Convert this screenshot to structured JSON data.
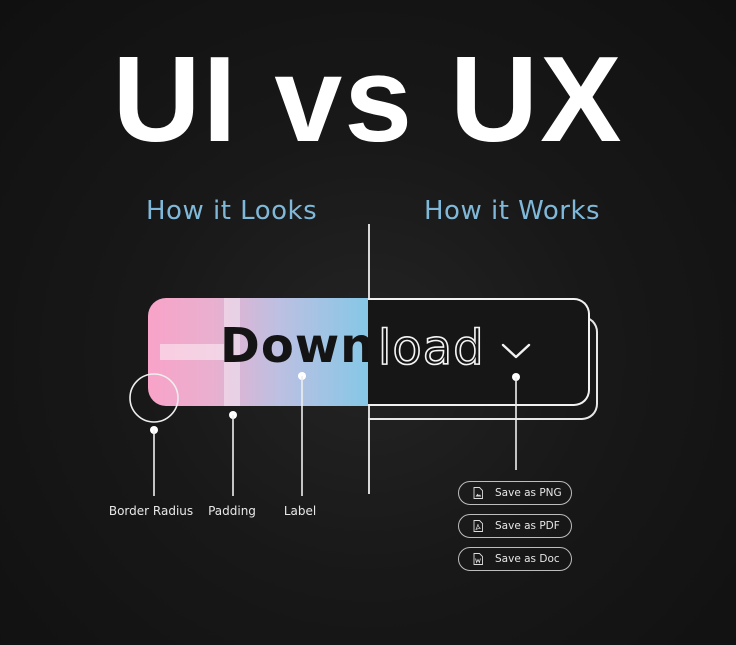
{
  "title": "UI vs UX",
  "subtitle_left": "How it Looks",
  "subtitle_right": "How it Works",
  "button": {
    "part_ui": "Down",
    "part_ux": "load",
    "chevron_icon": "chevron-down-icon"
  },
  "annotations": {
    "border_radius": "Border Radius",
    "padding": "Padding",
    "label": "Label"
  },
  "menu": [
    {
      "label": "Save as PNG",
      "icon": "image-file-icon"
    },
    {
      "label": "Save as PDF",
      "icon": "pdf-file-icon"
    },
    {
      "label": "Save as Doc",
      "icon": "word-file-icon"
    }
  ],
  "colors": {
    "background": "#141414",
    "subtitle": "#7fb8d8",
    "gradient_start": "#f8a3c8",
    "gradient_end": "#86c7e6",
    "line": "#e8e8e8"
  }
}
